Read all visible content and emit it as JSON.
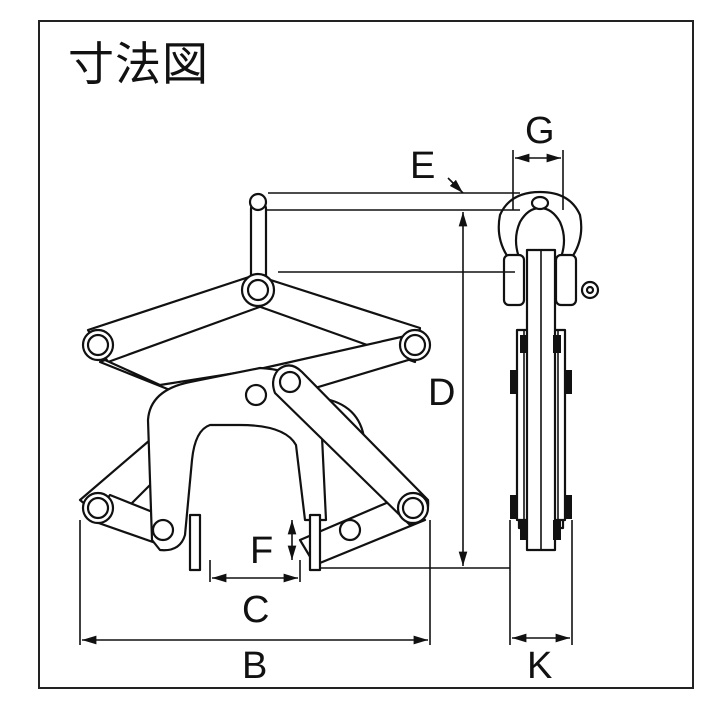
{
  "title": "寸法図",
  "dimension_labels": {
    "B": "B",
    "C": "C",
    "D": "D",
    "E": "E",
    "F": "F",
    "G": "G",
    "K": "K"
  },
  "colors": {
    "line": "#111111",
    "background": "#ffffff"
  }
}
